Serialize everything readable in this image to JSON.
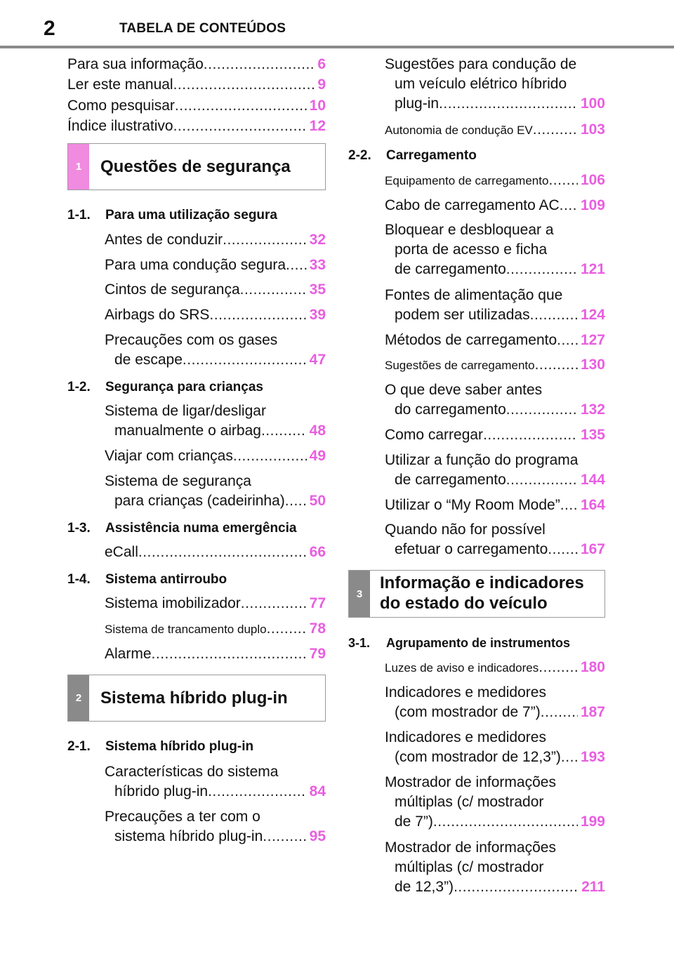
{
  "header": {
    "page_number": "2",
    "title": "TABELA DE CONTEÚDOS"
  },
  "intro": [
    {
      "label": "Para sua informação",
      "page": "6"
    },
    {
      "label": "Ler este manual",
      "page": "9"
    },
    {
      "label": "Como pesquisar",
      "page": "10"
    },
    {
      "label": "Índice ilustrativo",
      "page": "12"
    }
  ],
  "chapter1": {
    "tab": "1",
    "title": "Questões de segurança",
    "s1_1": {
      "num": "1-1.",
      "title": "Para uma utilização segura"
    },
    "s1_1_items": [
      {
        "label": "Antes de conduzir",
        "page": "32"
      },
      {
        "label": "Para uma condução segura",
        "page": "33"
      },
      {
        "label": "Cintos de segurança",
        "page": "35"
      },
      {
        "label": "Airbags do SRS",
        "page": "39"
      },
      {
        "line1": "Precauções com os gases",
        "label": "de escape",
        "page": "47"
      }
    ],
    "s1_2": {
      "num": "1-2.",
      "title": "Segurança para crianças"
    },
    "s1_2_items": [
      {
        "line1": "Sistema de ligar/desligar",
        "label": "manualmente o airbag",
        "page": "48"
      },
      {
        "label": "Viajar com crianças",
        "page": "49"
      },
      {
        "line1": "Sistema de segurança",
        "label": "para crianças (cadeirinha)",
        "page": "50"
      }
    ],
    "s1_3": {
      "num": "1-3.",
      "title": "Assistência numa emergência"
    },
    "s1_3_items": [
      {
        "label": "eCall",
        "page": "66"
      }
    ],
    "s1_4": {
      "num": "1-4.",
      "title": "Sistema antirroubo"
    },
    "s1_4_items": [
      {
        "label": "Sistema imobilizador",
        "page": "77"
      },
      {
        "label": "Sistema de trancamento duplo",
        "page": "78"
      },
      {
        "label": "Alarme",
        "page": "79"
      }
    ]
  },
  "chapter2": {
    "tab": "2",
    "title": "Sistema híbrido plug-in",
    "s2_1": {
      "num": "2-1.",
      "title": "Sistema híbrido plug-in"
    },
    "s2_1_items": [
      {
        "line1": "Características do sistema",
        "label": "híbrido plug-in",
        "page": "84"
      },
      {
        "line1": "Precauções a ter com o",
        "label": "sistema híbrido plug-in",
        "page": "95"
      },
      {
        "line1": "Sugestões para condução de",
        "line2": "um veículo elétrico híbrido",
        "label": "plug-in",
        "page": "100"
      },
      {
        "label": "Autonomia de condução EV",
        "page": "103"
      }
    ],
    "s2_2": {
      "num": "2-2.",
      "title": "Carregamento"
    },
    "s2_2_items": [
      {
        "label": "Equipamento de carregamento",
        "page": "106"
      },
      {
        "label": "Cabo de carregamento AC",
        "page": "109"
      },
      {
        "line1": "Bloquear e desbloquear a",
        "line2": "porta de acesso e ficha",
        "label": "de carregamento",
        "page": "121"
      },
      {
        "line1": "Fontes de alimentação que",
        "label": "podem ser utilizadas",
        "page": "124"
      },
      {
        "label": "Métodos de carregamento",
        "page": "127"
      },
      {
        "label": "Sugestões de carregamento",
        "page": "130"
      },
      {
        "line1": "O que deve saber antes",
        "label": "do carregamento",
        "page": "132"
      },
      {
        "label": "Como carregar",
        "page": "135"
      },
      {
        "line1": "Utilizar a função do programa",
        "label": "de carregamento",
        "page": "144"
      },
      {
        "label": "Utilizar o “My Room Mode”",
        "page": "164"
      },
      {
        "line1": "Quando não for possível",
        "label": "efetuar o carregamento",
        "page": "167"
      }
    ]
  },
  "chapter3": {
    "tab": "3",
    "title_line1": "Informação e indicadores",
    "title_line2": "do estado do veículo",
    "s3_1": {
      "num": "3-1.",
      "title": "Agrupamento de instrumentos"
    },
    "s3_1_items": [
      {
        "label": "Luzes de aviso e indicadores",
        "page": "180"
      },
      {
        "line1": "Indicadores e medidores",
        "label": "(com mostrador de 7”)",
        "page": "187"
      },
      {
        "line1": "Indicadores e medidores",
        "label": "(com mostrador de 12,3”)",
        "page": "193"
      },
      {
        "line1": "Mostrador de informações",
        "line2": "múltiplas (c/ mostrador",
        "label": "de 7”)",
        "page": "199"
      },
      {
        "line1": "Mostrador de informações",
        "line2": "múltiplas (c/ mostrador",
        "label": "de 12,3”)",
        "page": "211"
      }
    ]
  },
  "colors": {
    "page_number_pink": "#e95ee0",
    "tab_pink": "#f08be0",
    "tab_gray": "#8a8a8a"
  }
}
